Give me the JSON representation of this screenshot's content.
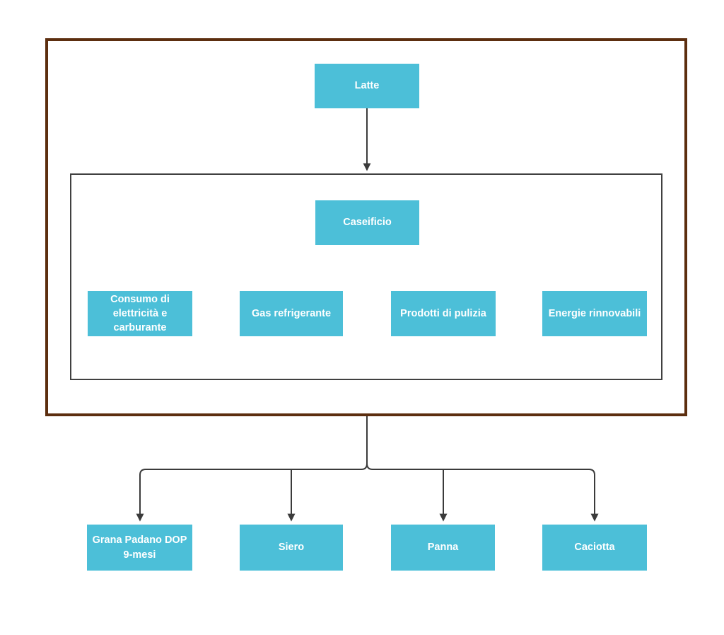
{
  "colors": {
    "box_fill": "#4CBFD8",
    "box_text": "#FFFFFF",
    "outer_border": "#5C2E0F",
    "inner_border": "#404040",
    "line_color": "#3B3B3B",
    "background": "#FFFFFF"
  },
  "diagram": {
    "top_node": {
      "label": "Latte"
    },
    "boundary": {
      "facility_node": {
        "label": "Caseificio"
      },
      "inputs": [
        {
          "label": "Consumo di\nelettricità e\ncarburante"
        },
        {
          "label": "Gas refrigerante"
        },
        {
          "label": "Prodotti di pulizia"
        },
        {
          "label": "Energie rinnovabili"
        }
      ]
    },
    "outputs": [
      {
        "label": "Grana Padano DOP\n9-mesi"
      },
      {
        "label": "Siero"
      },
      {
        "label": "Panna"
      },
      {
        "label": "Caciotta"
      }
    ]
  }
}
